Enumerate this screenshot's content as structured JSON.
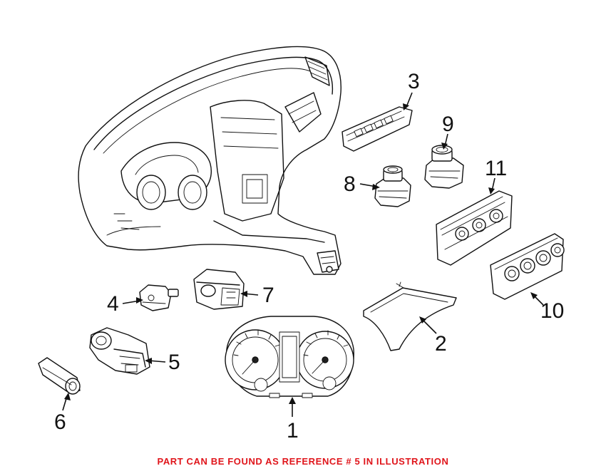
{
  "callouts": {
    "n1": "1",
    "n2": "2",
    "n3": "3",
    "n4": "4",
    "n5": "5",
    "n6": "6",
    "n7": "7",
    "n8": "8",
    "n9": "9",
    "n10": "10",
    "n11": "11"
  },
  "footer_note": "PART CAN BE FOUND AS REFERENCE # 5 IN ILLUSTRATION",
  "colors": {
    "line": "#111111",
    "note": "#e0151b",
    "background": "#ffffff"
  }
}
